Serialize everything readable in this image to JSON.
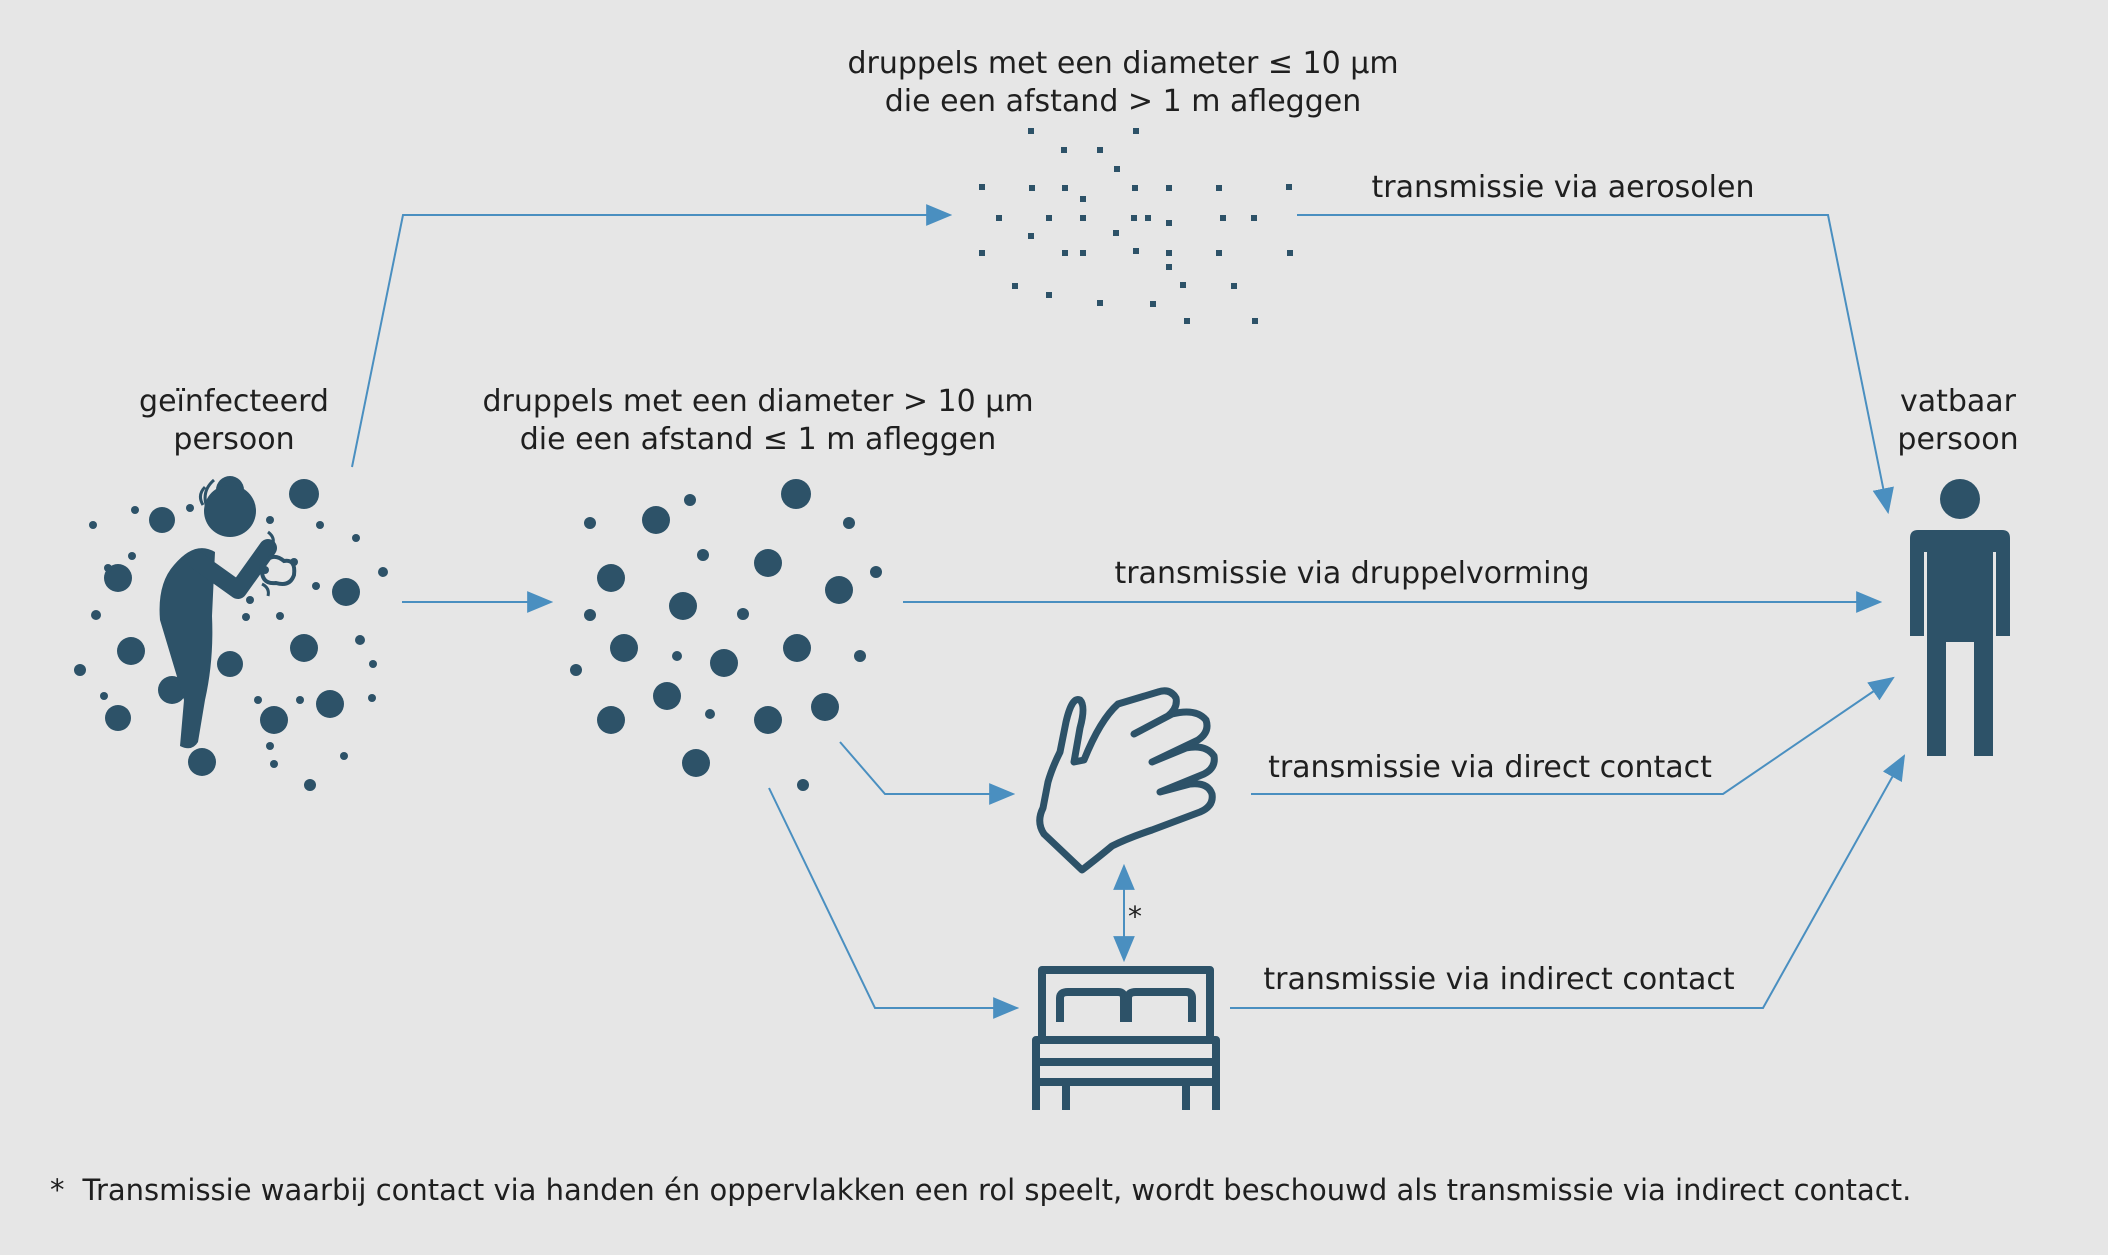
{
  "nodes": {
    "infected": {
      "line1": "geïnfecteerd",
      "line2": "persoon",
      "icon": "coughing-person-icon"
    },
    "aerosol": {
      "line1": "druppels met een diameter ≤ 10 µm",
      "line2": "die een afstand > 1 m afleggen"
    },
    "droplets": {
      "line1": "druppels met een diameter > 10 µm",
      "line2": "die een afstand ≤ 1 m afleggen"
    },
    "susceptible": {
      "line1": "vatbaar",
      "line2": "persoon",
      "icon": "person-icon"
    },
    "hand": {
      "icon": "hand-icon"
    },
    "bed": {
      "icon": "bed-icon"
    }
  },
  "edges": {
    "aerosol": "transmissie via aerosolen",
    "droplet": "transmissie via druppelvorming",
    "direct": "transmissie via direct contact",
    "indirect": "transmissie via indirect contact",
    "hand_bed_mark": "*"
  },
  "footnote": {
    "marker": "*",
    "text": "Transmissie waarbij contact via handen én oppervlakken een rol speelt, wordt beschouwd als transmissie via indirect contact."
  },
  "colors": {
    "arrow": "#4a8fc0",
    "icon": "#2d5268",
    "background": "#e6e6e6"
  }
}
